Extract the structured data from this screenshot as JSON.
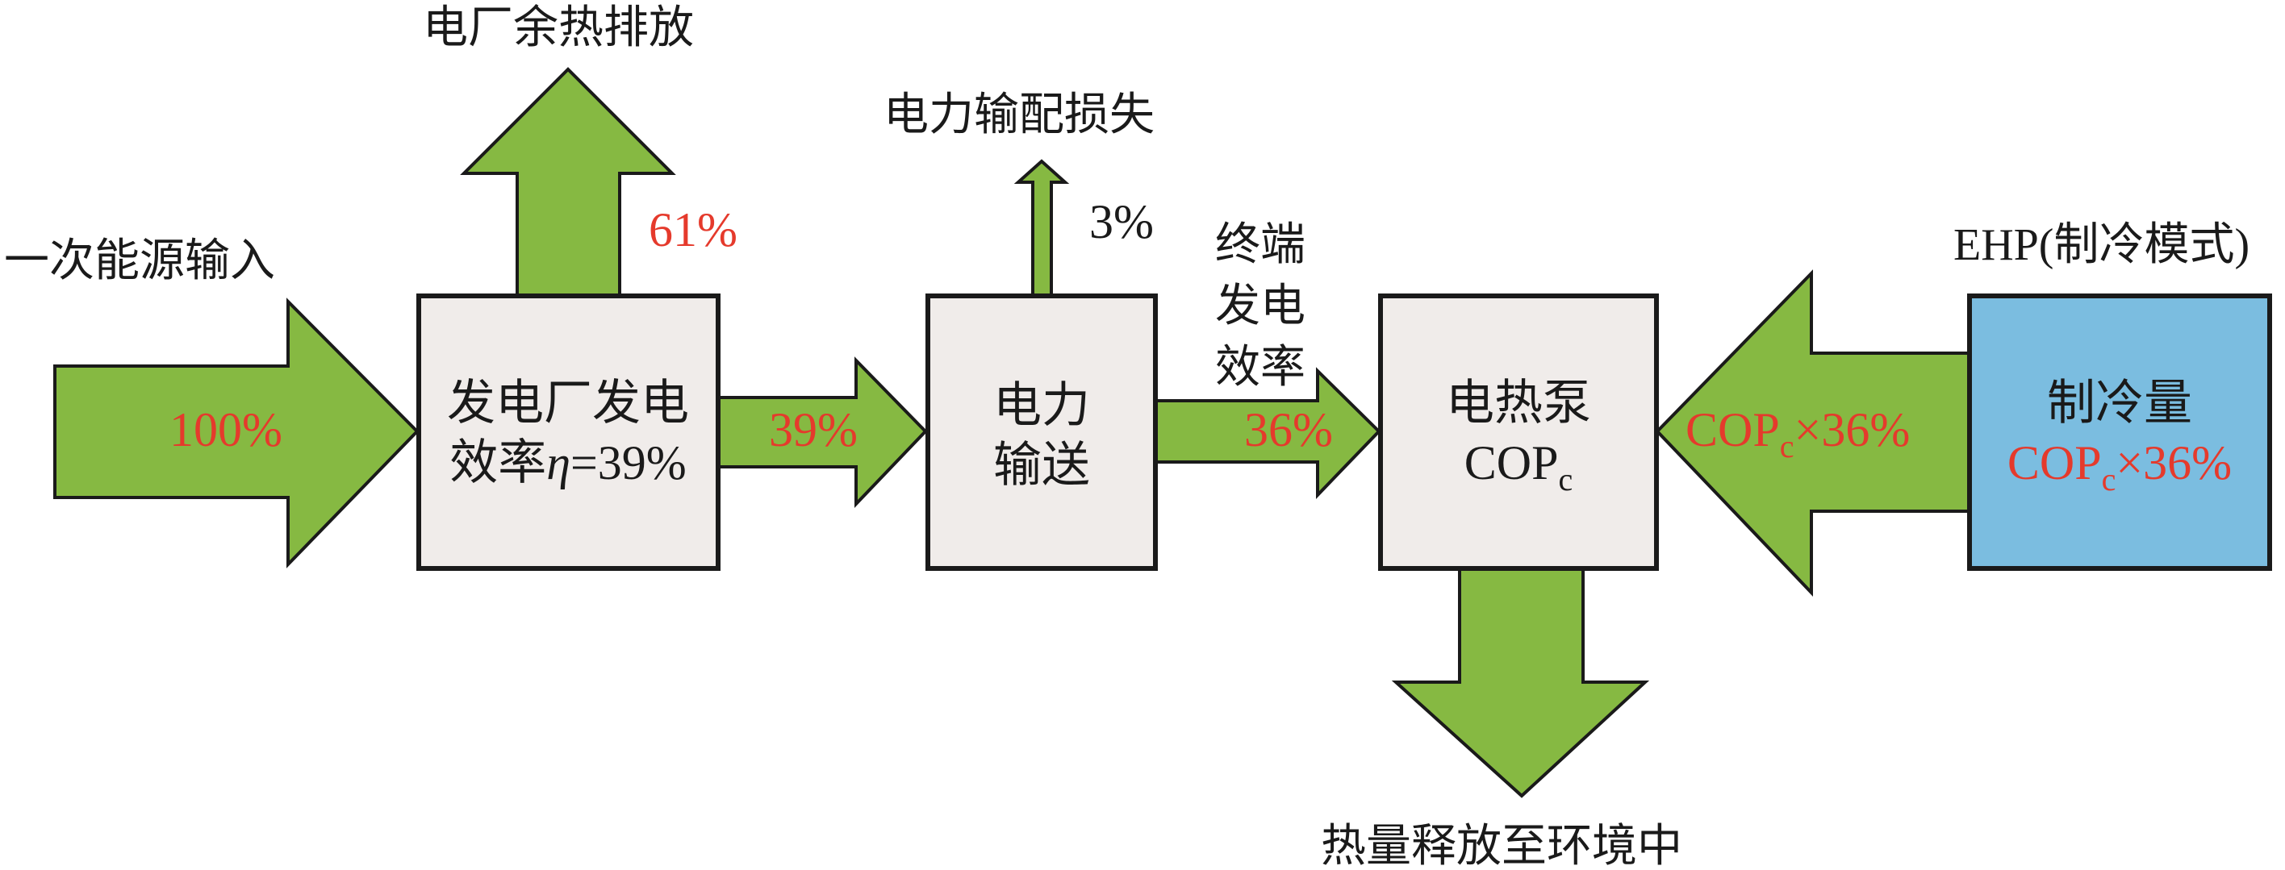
{
  "colors": {
    "arrow": "#86b942",
    "box": "#f0ecea",
    "cooling_box": "#7bbde0",
    "value_text": "#e53a2c",
    "outline": "#1a1a1a"
  },
  "labels": {
    "primary_input": "一次能源输入",
    "plant_waste_heat": "电厂余热排放",
    "grid_loss": "电力输配损失",
    "end_efficiency": [
      "终端",
      "发电",
      "效率"
    ],
    "ehp_mode": "EHP(制冷模式)",
    "heat_release": "热量释放至环境中"
  },
  "values": {
    "input": "100%",
    "waste_heat": "61%",
    "plant_output": "39%",
    "grid_loss": "3%",
    "end_output": "36%"
  },
  "boxes": {
    "power_plant": {
      "line1": "发电厂发电",
      "line2_prefix": "效率",
      "line2_symbol": "η",
      "line2_suffix": "=39%"
    },
    "transmission": {
      "line1": "电力",
      "line2": "输送"
    },
    "heat_pump": {
      "line1": "电热泵",
      "cop": "COP",
      "cop_sub": "c"
    },
    "cooling": {
      "line1": "制冷量",
      "cop": "COP",
      "cop_sub": "c",
      "cop_suffix": "×36%"
    }
  },
  "cooling_arrow": {
    "cop": "COP",
    "cop_sub": "c",
    "cop_suffix": "×36%"
  }
}
